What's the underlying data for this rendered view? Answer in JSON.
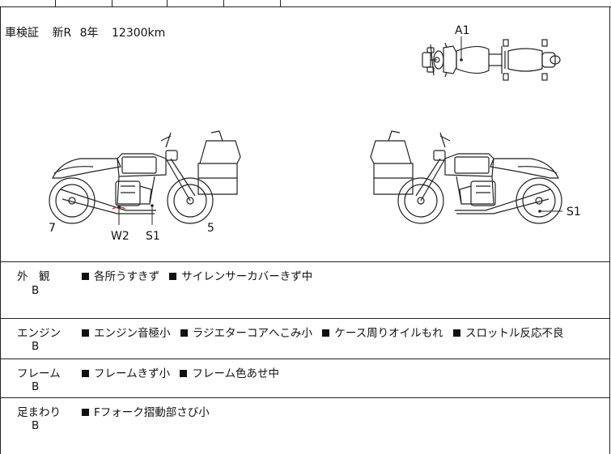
{
  "certificate": {
    "label": "車検証",
    "type": "新R",
    "years": "8年",
    "mileage": "12300km"
  },
  "markers": {
    "top_a1": "A1",
    "left_7": "7",
    "left_w2": "W2",
    "left_s1": "S1",
    "left_5": "5",
    "right_s1": "S1"
  },
  "rows": [
    {
      "category": "外　観",
      "grade": "B",
      "notes": [
        "各所うすきず",
        "サイレンサーカバーきず中"
      ]
    },
    {
      "category": "エンジン",
      "grade": "B",
      "notes": [
        "エンジン音極小",
        "ラジエターコアへこみ小",
        "ケース周りオイルもれ",
        "スロットル反応不良"
      ]
    },
    {
      "category": "フレーム",
      "grade": "B",
      "notes": [
        "フレームきず小",
        "フレーム色あせ中"
      ]
    },
    {
      "category": "足まわり",
      "grade": "B",
      "notes": [
        "Fフォーク摺動部さび小"
      ]
    }
  ],
  "colors": {
    "line": "#222222",
    "damage_mark": "#d23a3a"
  }
}
